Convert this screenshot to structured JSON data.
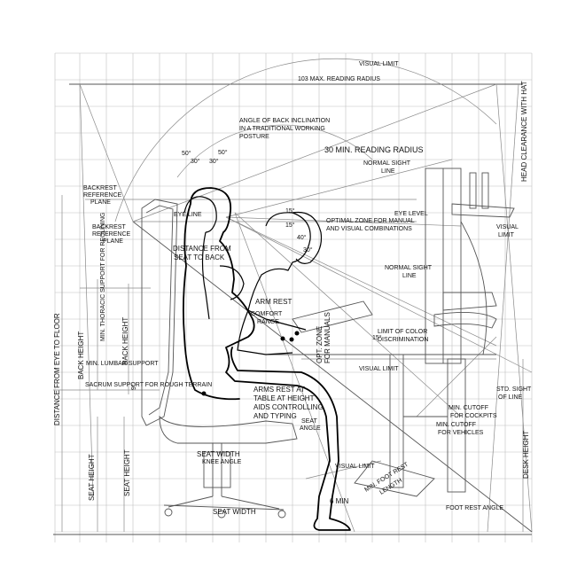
{
  "labels": {
    "max_reading_radius": "103 MAX. READING RADIUS",
    "visual_limit_top": "VISUAL LIMIT",
    "angle_back_1": "ANGLE OF BACK INCLINATION",
    "angle_back_2": "IN A TRADITIONAL WORKING",
    "angle_back_3": "POSTURE",
    "reading_radius_30": "30 MIN. READING RADIUS",
    "normal_sight_line_1_a": "NORMAL SIGHT",
    "normal_sight_line_1_b": "LINE",
    "head_clearance": "HEAD CLEARANCE WITH HAT",
    "backrest_ref_1_a": "BACKREST",
    "backrest_ref_1_b": "REFERENCE",
    "backrest_ref_1_c": "PLANE",
    "eye_line": "EYE LINE",
    "backrest_ref_2_a": "BACKREST",
    "backrest_ref_2_b": "REFERENCE",
    "backrest_ref_2_c": "PLANE",
    "eye_level": "EYE LEVEL",
    "optimal_zone_1": "OPTIMAL ZONE FOR MANUAL",
    "optimal_zone_2": "AND VISUAL COMBINATIONS",
    "visual_limit_right_a": "VISUAL",
    "visual_limit_right_b": "LIMIT",
    "distance_seat_a": "DISTANCE FROM",
    "distance_seat_b": "SEAT TO BACK",
    "normal_sight_line_2_a": "NORMAL SIGHT",
    "normal_sight_line_2_b": "LINE",
    "arm_rest": "ARM REST",
    "comfort_range_a": "COMFORT",
    "comfort_range_b": "RANGE",
    "opt_zone_manuals_a": "OPT. ZONE",
    "opt_zone_manuals_b": "FOR MANUALS",
    "limit_color_a": "LIMIT OF COLOR",
    "limit_color_b": "DISCRIMINATION",
    "back_height_1": "BACK HEIGHT",
    "back_height_2": "BACK HEIGHT",
    "visual_limit_mid": "VISUAL LIMIT",
    "distance_eye_floor": "DISTANCE FROM EYE TO FLOOR",
    "arms_rest_table_1": "ARMS REST AT",
    "arms_rest_table_2": "TABLE AT HEIGHT",
    "arms_rest_table_3": "AIDS CONTROLLING",
    "arms_rest_table_4": "AND TYPING",
    "std_sight_a": "STD. SIGHT",
    "std_sight_b": "OF LINE",
    "min_cutoff_cockpits_a": "MIN. CUTOFF",
    "min_cutoff_cockpits_b": "FOR COCKPITS",
    "min_cutoff_vehicles_a": "MIN. CUTOFF",
    "min_cutoff_vehicles_b": "FOR VEHICLES",
    "seat_angle_a": "SEAT",
    "seat_angle_b": "ANGLE",
    "desk_height": "DESK HEIGHT",
    "seat_width_1": "SEAT WIDTH",
    "knee_angle": "KNEE ANGLE",
    "visual_limit_low": "VISUAL LIMIT",
    "min_foot_rest_a": "MIN. FOOT REST",
    "min_foot_rest_b": "LENGTH",
    "seat_height_1": "SEAT HEIGHT",
    "seat_height_2": "SEAT HEIGHT",
    "six_min": "6 MIN",
    "foot_rest_angle": "FOOT REST ANGLE",
    "seat_width_2": "SEAT WIDTH",
    "angle_50_left": "50°",
    "angle_30_a": "30°",
    "angle_30_b": "30°",
    "angle_50_right": "50°",
    "angle_15_a": "15°",
    "angle_15_b": "15°",
    "angle_40": "40°",
    "angle_30_c": "30°",
    "angle_15_right": "15°",
    "angle_9": "9°",
    "tiny_support_1": "MIN. THORACIC SUPPORT FOR RECLINING",
    "tiny_support_2": "MIN. LUMBAR SUPPORT",
    "tiny_support_3": "SACRUM SUPPORT FOR ROUGH TERRAIN"
  }
}
